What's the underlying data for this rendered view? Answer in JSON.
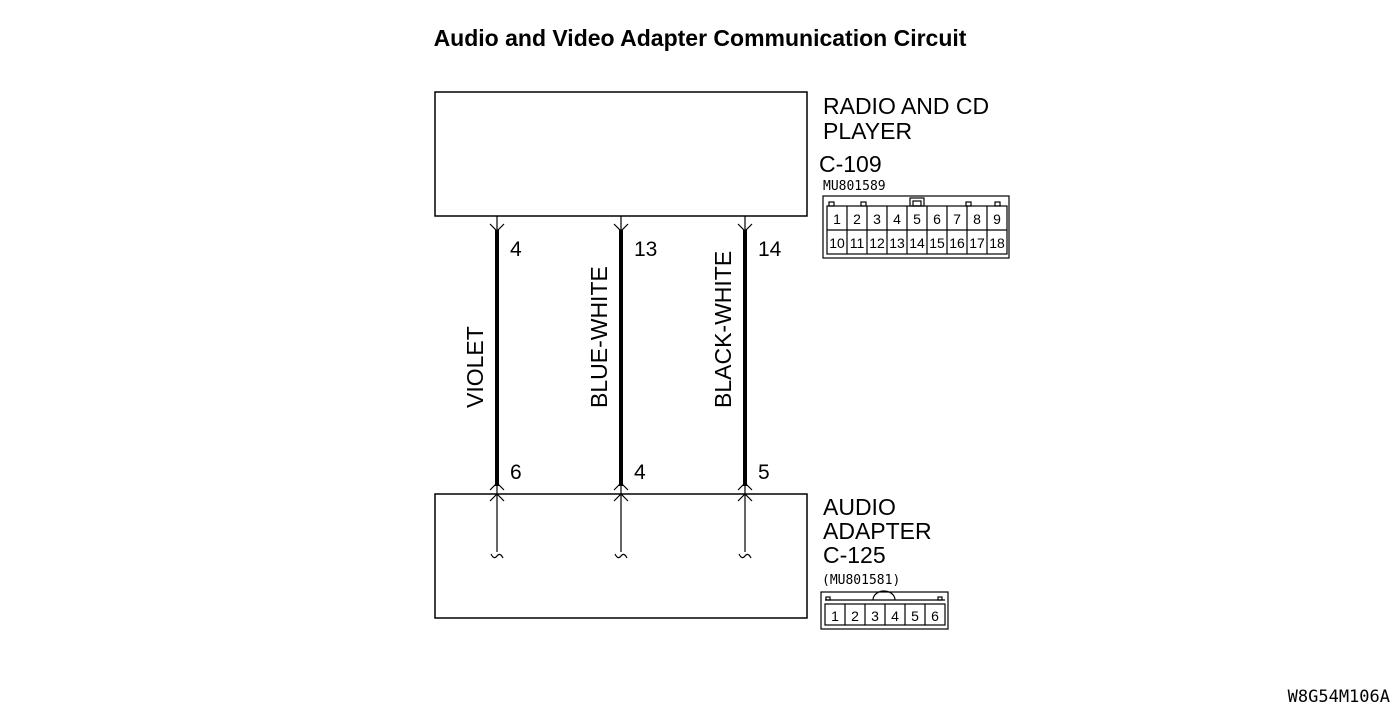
{
  "title": "Audio and Video Adapter Communication Circuit",
  "reference_code": "W8G54M106A",
  "upper_component": {
    "name_line1": "RADIO AND CD",
    "name_line2": "PLAYER",
    "connector": "C-109",
    "part_number": "MU801589",
    "pins_row1": [
      "1",
      "2",
      "3",
      "4",
      "5",
      "6",
      "7",
      "8",
      "9"
    ],
    "pins_row2": [
      "10",
      "11",
      "12",
      "13",
      "14",
      "15",
      "16",
      "17",
      "18"
    ]
  },
  "lower_component": {
    "name_line1": "AUDIO",
    "name_line2": "ADAPTER",
    "connector": "C-125",
    "part_number": "(MU801581)",
    "pins": [
      "1",
      "2",
      "3",
      "4",
      "5",
      "6"
    ]
  },
  "wires": [
    {
      "color": "VIOLET",
      "upper_pin": "4",
      "lower_pin": "6"
    },
    {
      "color": "BLUE-WHITE",
      "upper_pin": "13",
      "lower_pin": "4"
    },
    {
      "color": "BLACK-WHITE",
      "upper_pin": "14",
      "lower_pin": "5"
    }
  ]
}
